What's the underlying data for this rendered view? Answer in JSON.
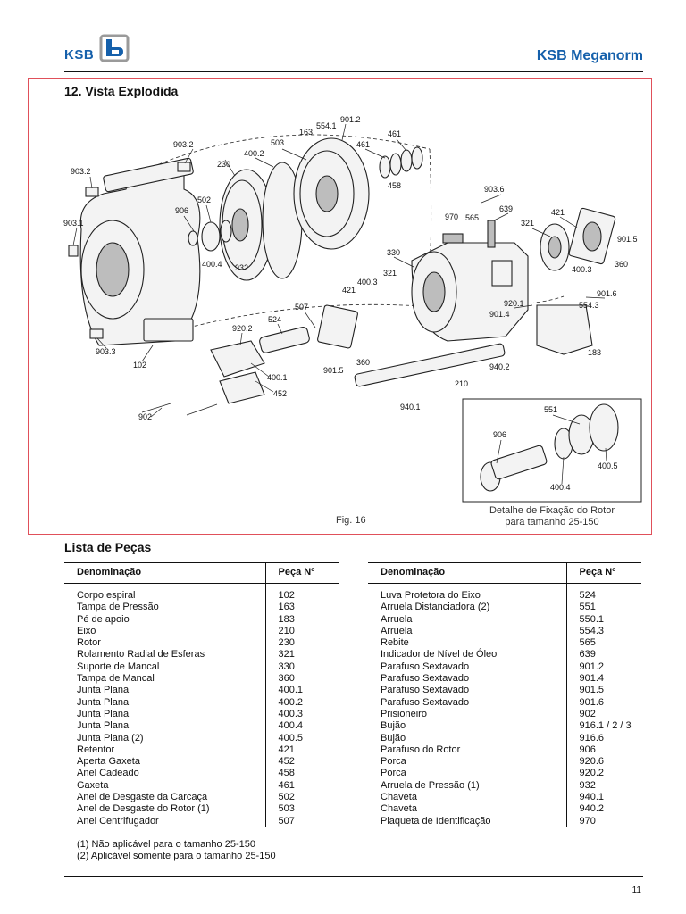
{
  "header": {
    "logo_text": "KSB",
    "brand": "KSB Meganorm",
    "brand_color": "#1560ab"
  },
  "section": {
    "title": "12. Vista Explodida"
  },
  "figure": {
    "label": "Fig. 16",
    "detail_caption_line1": "Detalhe de Fixação do Rotor",
    "detail_caption_line2": "para tamanho 25-150",
    "callouts": [
      "903.2",
      "903.2",
      "903.1",
      "903.3",
      "102",
      "906",
      "502",
      "400.4",
      "932",
      "230",
      "400.2",
      "503",
      "163",
      "554.1",
      "901.2",
      "461",
      "461",
      "458",
      "903.6",
      "970",
      "565",
      "639",
      "321",
      "421",
      "901.5",
      "360",
      "400.3",
      "330",
      "321",
      "400.3",
      "421",
      "920.1",
      "901.4",
      "901.6",
      "554.3",
      "183",
      "507",
      "524",
      "920.2",
      "400.1",
      "452",
      "901.5",
      "360",
      "940.2",
      "210",
      "940.1",
      "902",
      "551",
      "906",
      "400.5",
      "400.4"
    ]
  },
  "parts_list": {
    "title": "Lista de Peças",
    "headers": {
      "name": "Denominação",
      "number": "Peça Nº"
    },
    "left": [
      {
        "name": "Corpo espiral",
        "number": "102"
      },
      {
        "name": "Tampa de Pressão",
        "number": "163"
      },
      {
        "name": "Pé de apoio",
        "number": "183"
      },
      {
        "name": "Eixo",
        "number": "210"
      },
      {
        "name": "Rotor",
        "number": "230"
      },
      {
        "name": "Rolamento Radial de Esferas",
        "number": "321"
      },
      {
        "name": "Suporte de Mancal",
        "number": "330"
      },
      {
        "name": "Tampa de Mancal",
        "number": "360"
      },
      {
        "name": "Junta Plana",
        "number": "400.1"
      },
      {
        "name": "Junta Plana",
        "number": "400.2"
      },
      {
        "name": "Junta Plana",
        "number": "400.3"
      },
      {
        "name": "Junta Plana",
        "number": "400.4"
      },
      {
        "name": "Junta Plana (2)",
        "number": "400.5"
      },
      {
        "name": "Retentor",
        "number": "421"
      },
      {
        "name": "Aperta Gaxeta",
        "number": "452"
      },
      {
        "name": "Anel Cadeado",
        "number": "458"
      },
      {
        "name": "Gaxeta",
        "number": "461"
      },
      {
        "name": "Anel de Desgaste da Carcaça",
        "number": "502"
      },
      {
        "name": "Anel de Desgaste do Rotor (1)",
        "number": "503"
      },
      {
        "name": "Anel Centrifugador",
        "number": "507"
      }
    ],
    "right": [
      {
        "name": "Luva Protetora do Eixo",
        "number": "524"
      },
      {
        "name": "Arruela Distanciadora (2)",
        "number": "551"
      },
      {
        "name": "Arruela",
        "number": "550.1"
      },
      {
        "name": "Arruela",
        "number": "554.3"
      },
      {
        "name": "Rebite",
        "number": "565"
      },
      {
        "name": "Indicador de Nível de Óleo",
        "number": "639"
      },
      {
        "name": "Parafuso Sextavado",
        "number": "901.2"
      },
      {
        "name": "Parafuso Sextavado",
        "number": "901.4"
      },
      {
        "name": "Parafuso Sextavado",
        "number": "901.5"
      },
      {
        "name": "Parafuso Sextavado",
        "number": "901.6"
      },
      {
        "name": "Prisioneiro",
        "number": "902"
      },
      {
        "name": "Bujão",
        "number": "916.1 / 2 / 3"
      },
      {
        "name": "Bujão",
        "number": "916.6"
      },
      {
        "name": "Parafuso do Rotor",
        "number": "906"
      },
      {
        "name": "Porca",
        "number": "920.6"
      },
      {
        "name": "Porca",
        "number": "920.2"
      },
      {
        "name": "Arruela de Pressão (1)",
        "number": "932"
      },
      {
        "name": "Chaveta",
        "number": "940.1"
      },
      {
        "name": "Chaveta",
        "number": "940.2"
      },
      {
        "name": "Plaqueta de Identificação",
        "number": "970"
      }
    ]
  },
  "notes": [
    "(1) Não aplicável para o tamanho 25-150",
    "(2) Aplicável somente para o tamanho 25-150"
  ],
  "footer": {
    "page_number": "11"
  }
}
